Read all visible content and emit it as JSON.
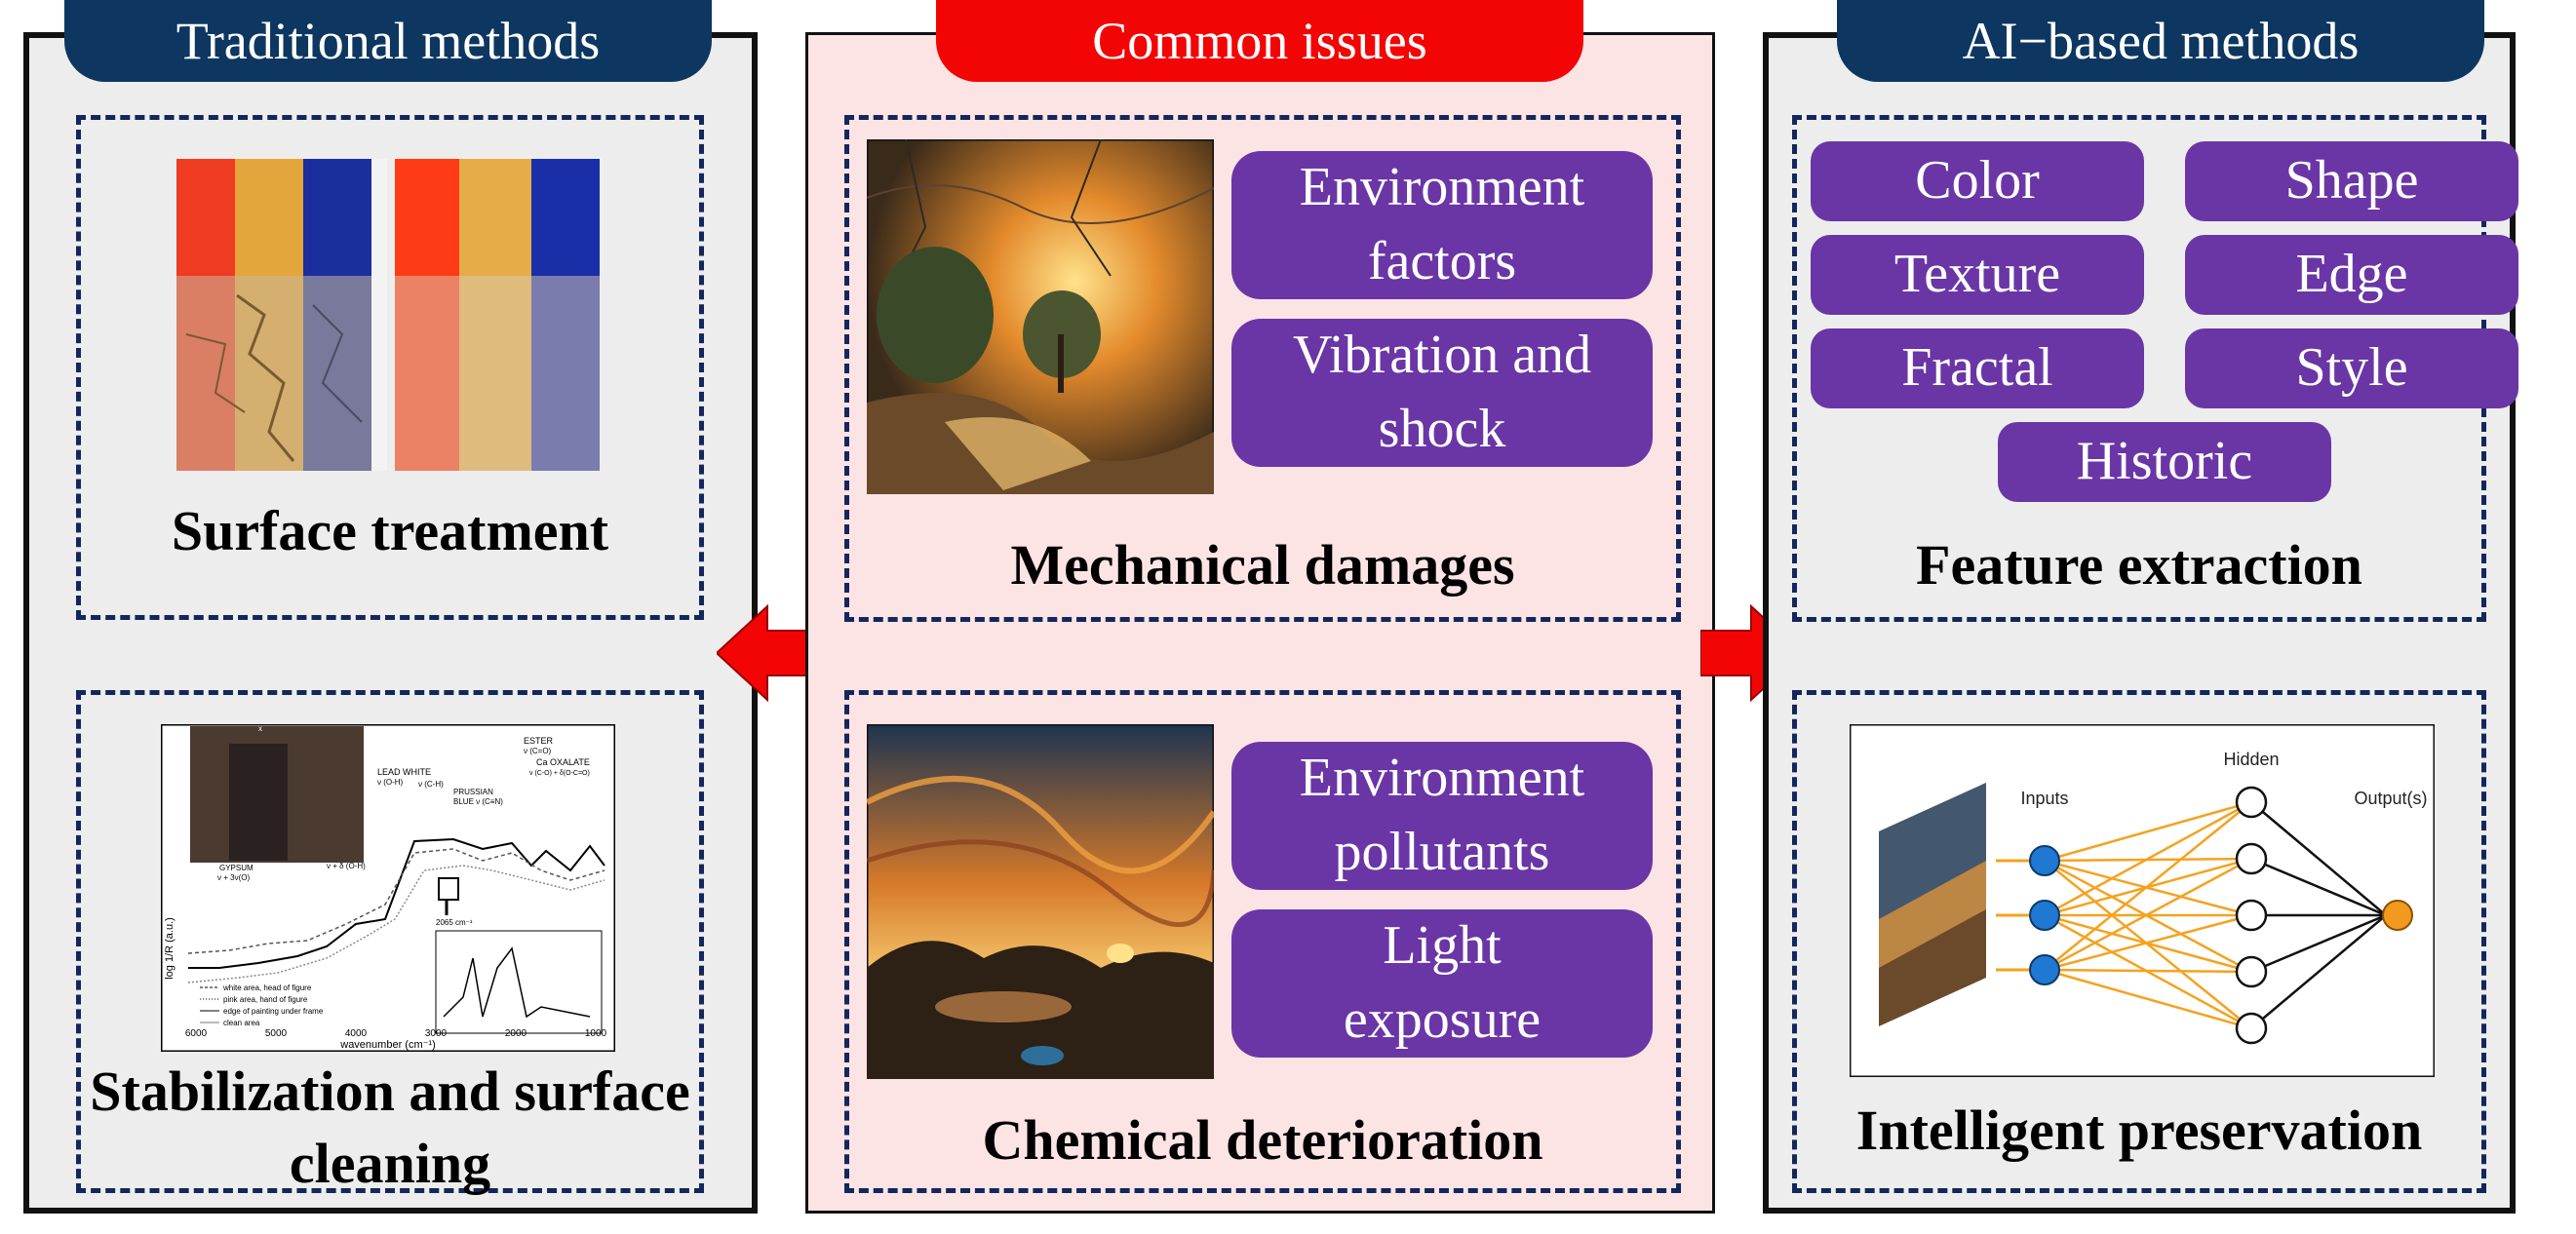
{
  "left": {
    "header": "Traditional methods",
    "box1_title": "Surface treatment",
    "box2_title": "Stabilization and surface cleaning",
    "spectrum": {
      "ylabel": "log 1/R (a.u.)",
      "xlabel": "wavenumber (cm⁻¹)",
      "xticks": [
        "6000",
        "5000",
        "4000",
        "3000",
        "2000",
        "1000"
      ],
      "annotations": {
        "lead_white": "LEAD WHITE",
        "lead_white_sub": "ν (O-H)",
        "ch": "ν (C-H)",
        "prussian": "PRUSSIAN",
        "prussian_sub": "BLUE ν (C≡N)",
        "ester": "ESTER",
        "ester_sub": "ν (C=O)",
        "ca_oxalate": "Ca OXALATE",
        "ca_oxalate_sub": "ν (C-O) + δ(O-C=O)",
        "gypsum": "GYPSUM",
        "gypsum_sub": "ν + 3ν(O)",
        "oh": "ν + δ (O-H)",
        "cm": "2065 cm⁻¹"
      },
      "legend": [
        "white area, head of figure",
        "pink area, hand of figure",
        "edge of painting under frame",
        "clean area"
      ]
    }
  },
  "middle": {
    "header": "Common issues",
    "box1_title": "Mechanical damages",
    "box1_pills": [
      {
        "line1": "Environment",
        "line2": "factors"
      },
      {
        "line1": "Vibration and",
        "line2": "shock"
      }
    ],
    "box2_title": "Chemical deterioration",
    "box2_pills": [
      {
        "line1": "Environment",
        "line2": "pollutants"
      },
      {
        "line1": "Light",
        "line2": "exposure"
      }
    ]
  },
  "right": {
    "header": "AI−based methods",
    "box1_title": "Feature extraction",
    "features": [
      "Color",
      "Shape",
      "Texture",
      "Edge",
      "Fractal",
      "Style",
      "Historic"
    ],
    "box2_title": "Intelligent preservation",
    "nn": {
      "inputs": "Inputs",
      "hidden": "Hidden",
      "outputs": "Output(s)"
    }
  },
  "colors": {
    "navy": "#0d3761",
    "red": "#f40505",
    "purple": "#6a36a6",
    "dash": "#13275c",
    "mid_bg": "#fce4e4",
    "side_bg": "#ededed",
    "input_node": "#1f78d1",
    "output_node": "#f39a1e",
    "edge_orange": "#f5a21f"
  }
}
